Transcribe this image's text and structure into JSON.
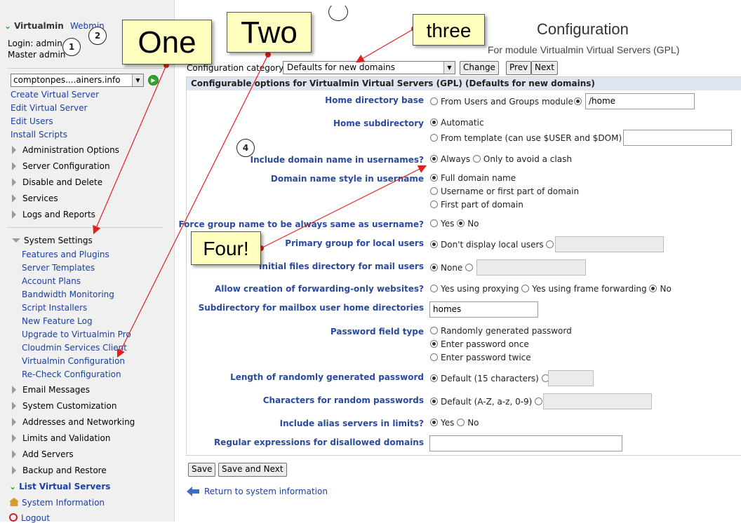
{
  "left": {
    "brand": "Virtualmin",
    "webmin_link": "Webmin",
    "login": "Login: admin",
    "master": "Master admin",
    "domain_select_value": "comptonpes....ainers.info",
    "links": [
      "Create Virtual Server",
      "Edit Virtual Server",
      "Edit Users",
      "Install Scripts"
    ],
    "categories_top": [
      "Administration Options",
      "Server Configuration",
      "Disable and Delete",
      "Services",
      "Logs and Reports"
    ],
    "system_settings": "System Settings",
    "system_settings_items": [
      "Features and Plugins",
      "Server Templates",
      "Account Plans",
      "Bandwidth Monitoring",
      "Script Installers",
      "New Feature Log",
      "Upgrade to Virtualmin Pro",
      "Cloudmin Services Client",
      "Virtualmin Configuration",
      "Re-Check Configuration"
    ],
    "categories_bottom": [
      "Email Messages",
      "System Customization",
      "Addresses and Networking",
      "Limits and Validation",
      "Add Servers",
      "Backup and Restore"
    ],
    "list_virtual_servers": "List Virtual Servers",
    "system_information": "System Information",
    "logout": "Logout"
  },
  "main": {
    "title": "Configuration",
    "subtitle": "For module Virtualmin Virtual Servers (GPL)",
    "category_label": "Configuration category:",
    "category_value": "Defaults for new domains",
    "change_button": "Change",
    "prev_button": "Prev",
    "next_button": "Next",
    "panel_header": "Configurable options for Virtualmin Virtual Servers (GPL) (Defaults for new domains)",
    "fields": {
      "home_base": {
        "label": "Home directory base",
        "opt1": "From Users and Groups module",
        "value": "/home"
      },
      "home_sub": {
        "label": "Home subdirectory",
        "opt1": "Automatic",
        "opt2": "From template (can use $USER and $DOM)"
      },
      "include_domain": {
        "label": "Include domain name in usernames?",
        "opt1": "Always",
        "opt2": "Only to avoid a clash"
      },
      "domain_style": {
        "label": "Domain name style in username",
        "opt1": "Full domain name",
        "opt2": "Username or first part of domain",
        "opt3": "First part of domain"
      },
      "force_group": {
        "label": "Force group name to be always same as username?",
        "opt1": "Yes",
        "opt2": "No"
      },
      "primary_group": {
        "label": "Primary group for local users",
        "opt1": "Don't display local users"
      },
      "initial_files": {
        "label": "Initial files directory for mail users",
        "opt1": "None"
      },
      "forwarding": {
        "label": "Allow creation of forwarding-only websites?",
        "opt1": "Yes using proxying",
        "opt2": "Yes using frame forwarding",
        "opt3": "No"
      },
      "mailbox_subdir": {
        "label": "Subdirectory for mailbox user home directories",
        "value": "homes"
      },
      "password_type": {
        "label": "Password field type",
        "opt1": "Randomly generated password",
        "opt2": "Enter password once",
        "opt3": "Enter password twice"
      },
      "password_length": {
        "label": "Length of randomly generated password",
        "opt1": "Default (15 characters)"
      },
      "password_chars": {
        "label": "Characters for random passwords",
        "opt1": "Default (A-Z, a-z, 0-9)"
      },
      "alias_limits": {
        "label": "Include alias servers in limits?",
        "opt1": "Yes",
        "opt2": "No"
      },
      "regex_domains": {
        "label": "Regular expressions for disallowed domains"
      }
    },
    "save_button": "Save",
    "save_next_button": "Save and Next",
    "return_link": "Return to system information"
  },
  "annotations": {
    "one": "One",
    "two": "Two",
    "three": "three",
    "four": "Four!",
    "c1": "1",
    "c2": "2",
    "c4": "4"
  },
  "colors": {
    "link": "#1a3fa5",
    "label": "#2a4aa0",
    "panel_header": "#dfe5f0",
    "note_bg": "#ffffc0",
    "arrow": "#e02020"
  }
}
